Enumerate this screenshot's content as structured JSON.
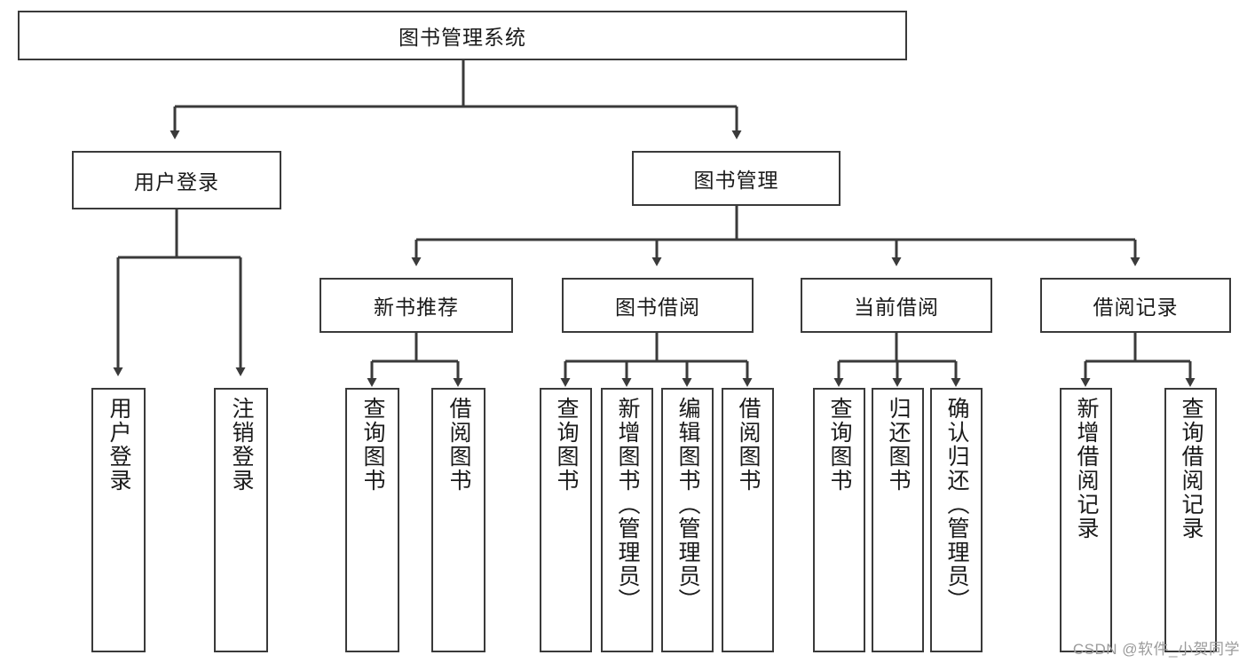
{
  "diagram": {
    "type": "tree",
    "root": {
      "id": "root",
      "label": "图书管理系统"
    },
    "level2": [
      {
        "id": "user-login",
        "label": "用户登录"
      },
      {
        "id": "book-management",
        "label": "图书管理"
      }
    ],
    "level3": [
      {
        "id": "new-book-recommend",
        "label": "新书推荐",
        "parent": "book-management"
      },
      {
        "id": "book-borrow",
        "label": "图书借阅",
        "parent": "book-management"
      },
      {
        "id": "current-borrow",
        "label": "当前借阅",
        "parent": "book-management"
      },
      {
        "id": "borrow-record",
        "label": "借阅记录",
        "parent": "book-management"
      }
    ],
    "leaves": {
      "user-login": [
        {
          "id": "leaf-user-login",
          "label": "用户登录"
        },
        {
          "id": "leaf-logout",
          "label": "注销登录"
        }
      ],
      "new-book-recommend": [
        {
          "id": "leaf-query-book-1",
          "label": "查询图书"
        },
        {
          "id": "leaf-borrow-book-1",
          "label": "借阅图书"
        }
      ],
      "book-borrow": [
        {
          "id": "leaf-query-book-2",
          "label": "查询图书"
        },
        {
          "id": "leaf-add-book",
          "label": "新增图书（管理员）"
        },
        {
          "id": "leaf-edit-book",
          "label": "编辑图书（管理员）"
        },
        {
          "id": "leaf-borrow-book-2",
          "label": "借阅图书"
        }
      ],
      "current-borrow": [
        {
          "id": "leaf-query-book-3",
          "label": "查询图书"
        },
        {
          "id": "leaf-return-book",
          "label": "归还图书"
        },
        {
          "id": "leaf-confirm-return",
          "label": "确认归还（管理员）"
        }
      ],
      "borrow-record": [
        {
          "id": "leaf-add-record",
          "label": "新增借阅记录"
        },
        {
          "id": "leaf-query-record",
          "label": "查询借阅记录"
        }
      ]
    }
  },
  "watermark": {
    "text": "CSDN @软件_小贺同学"
  },
  "colors": {
    "stroke": "#3a3a3a",
    "text": "#1a1a1a",
    "background": "#ffffff",
    "watermark": "#9b9b9b"
  }
}
